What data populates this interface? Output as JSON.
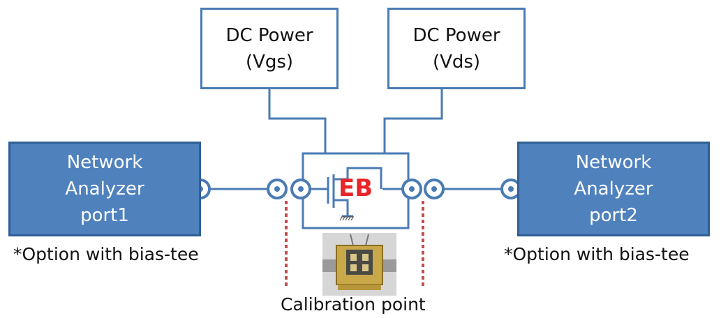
{
  "dc_power_vgs": {
    "line1": "DC Power",
    "line2": "(Vgs)"
  },
  "dc_power_vds": {
    "line1": "DC Power",
    "line2": "(Vds)"
  },
  "network_analyzer_port1": {
    "line1": "Network",
    "line2": "Analyzer",
    "line3": "port1"
  },
  "network_analyzer_port2": {
    "line1": "Network",
    "line2": "Analyzer",
    "line3": "port2"
  },
  "bias_tee_note_left": "*Option with bias-tee",
  "bias_tee_note_right": "*Option with bias-tee",
  "dut_label": "EB",
  "calibration_label": "Calibration point",
  "colors": {
    "box_border": "#4a7bb4",
    "analyzer_fill": "#4f81bd",
    "wire": "#4a7bb4",
    "eb_text": "#e8262a",
    "calibration_line": "#c0504d"
  }
}
